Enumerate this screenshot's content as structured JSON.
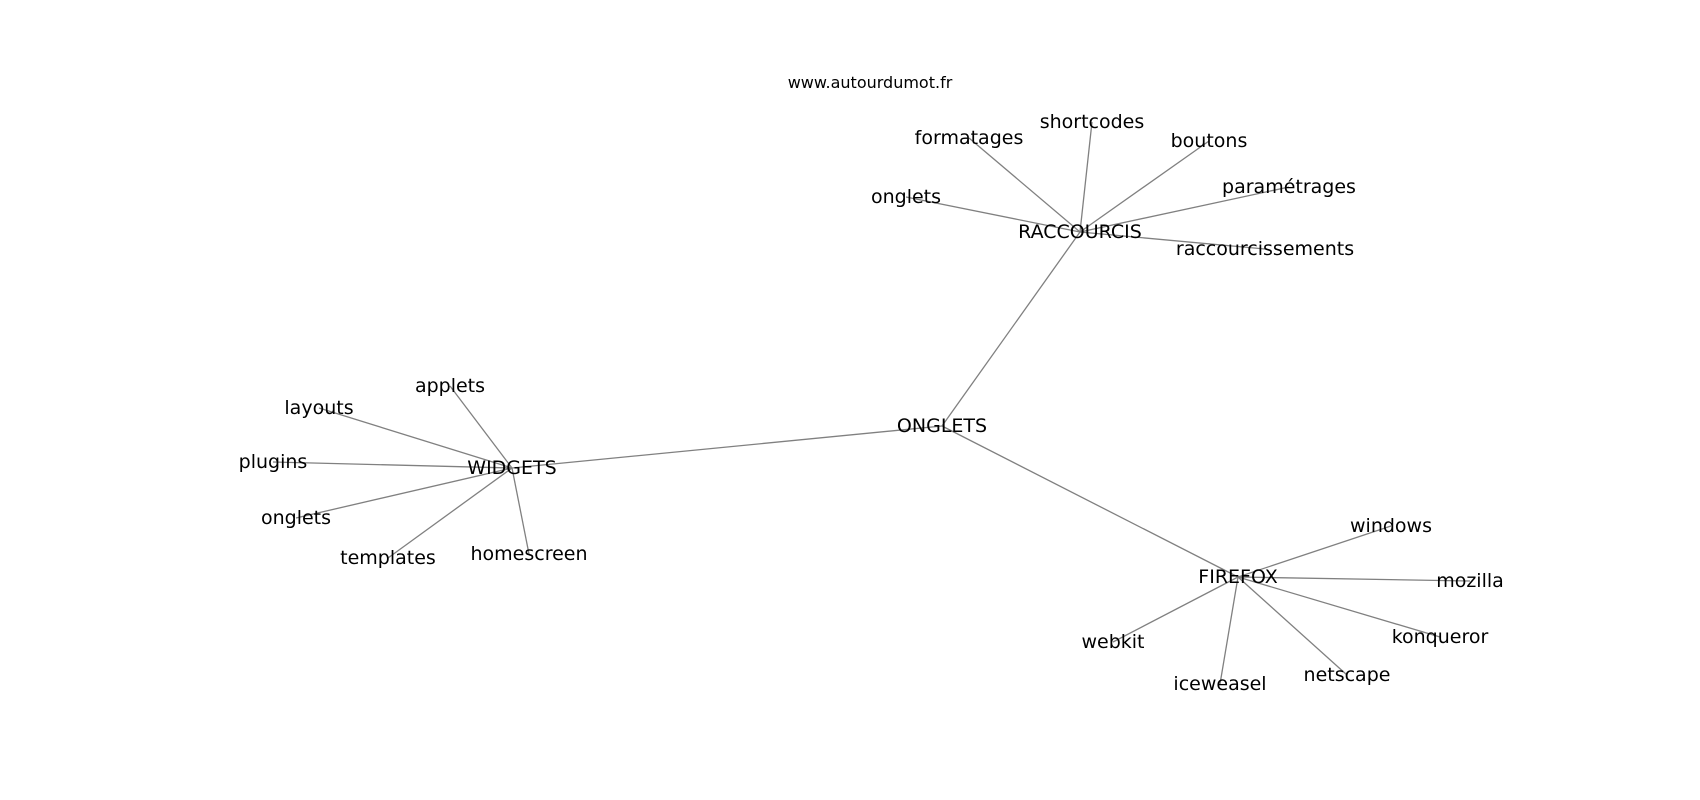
{
  "site": "www.autourdumot.fr",
  "graph": {
    "root": "ONGLETS",
    "hubs": [
      {
        "id": "RACCOURCIS",
        "label": "RACCOURCIS",
        "leaves": [
          "onglets",
          "formatages",
          "shortcodes",
          "boutons",
          "paramétrages",
          "raccourcissements"
        ]
      },
      {
        "id": "WIDGETS",
        "label": "WIDGETS",
        "leaves": [
          "applets",
          "layouts",
          "plugins",
          "onglets",
          "templates",
          "homescreen"
        ]
      },
      {
        "id": "FIREFOX",
        "label": "FIREFOX",
        "leaves": [
          "windows",
          "mozilla",
          "konqueror",
          "netscape",
          "iceweasel",
          "webkit"
        ]
      }
    ]
  }
}
